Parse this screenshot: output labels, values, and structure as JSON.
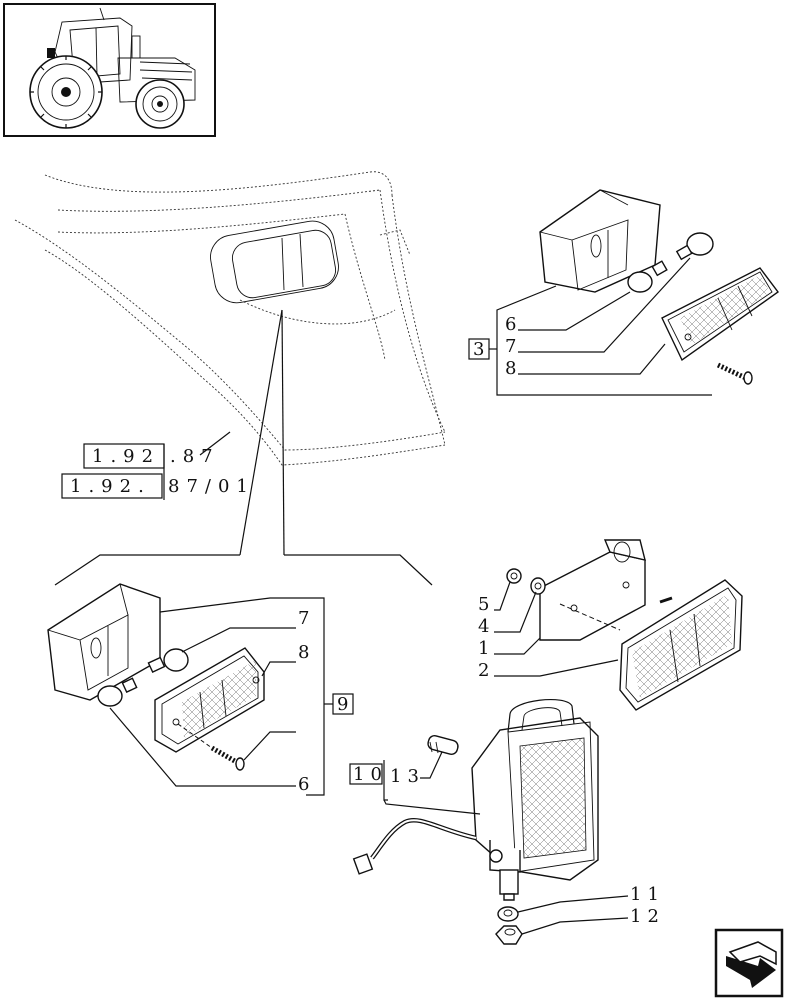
{
  "references": {
    "ref_a_boxed": "1.92",
    "ref_a_tail": ".87",
    "ref_b_boxed": "1.92.",
    "ref_b_tail": "87/01"
  },
  "groups": {
    "group_3": "3",
    "group_9": "9",
    "group_10": "10"
  },
  "callouts": {
    "top_right": [
      "6",
      "7",
      "8"
    ],
    "middle_right": [
      "5",
      "4",
      "1",
      "2"
    ],
    "left_lamp": [
      "7",
      "8",
      "6"
    ],
    "work_lamp": [
      "13",
      "11",
      "12"
    ]
  },
  "icons": {
    "thumbnail": "tractor-thumbnail-icon",
    "navigation": "next-page-arrow-icon"
  }
}
